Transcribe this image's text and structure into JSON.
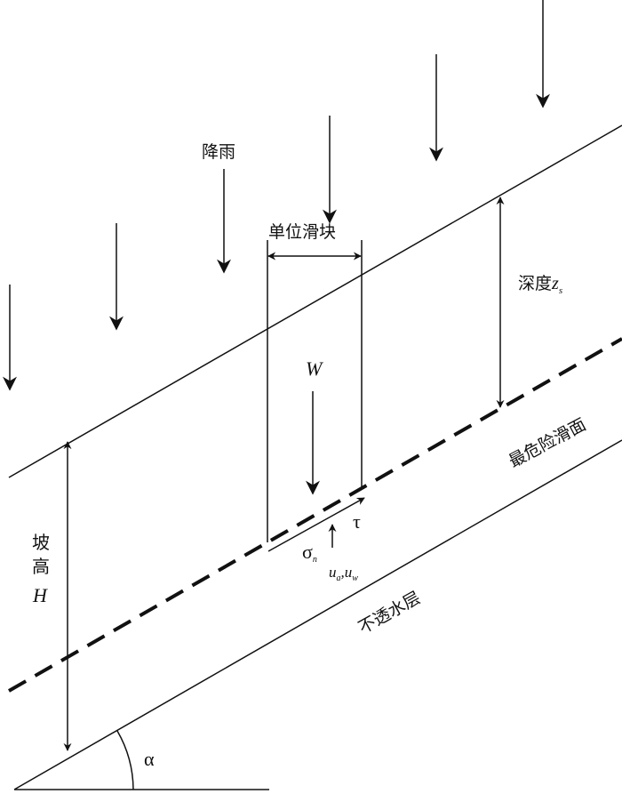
{
  "labels": {
    "rain": "降雨",
    "unit_block": "单位滑块",
    "depth_prefix": "深度",
    "depth_var": "z",
    "depth_sub": "s",
    "critical_surface": "最危险滑面",
    "impermeable_layer": "不透水层",
    "slope_height_line1": "坡",
    "slope_height_line2": "高",
    "slope_height_var": "H",
    "weight": "W",
    "shear": "τ",
    "normal_stress": "σ",
    "normal_sub": "n",
    "ua_var": "u",
    "ua_sub": "a",
    "separator": ",",
    "uw_var": "u",
    "uw_sub": "w",
    "angle": "α"
  },
  "colors": {
    "ink": "#111111",
    "background": "#ffffff"
  }
}
